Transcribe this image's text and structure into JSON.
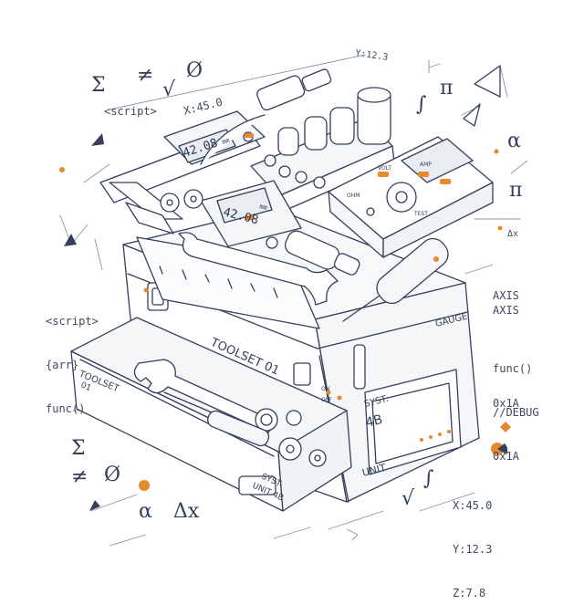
{
  "math_symbols": {
    "sigma_top": "Σ",
    "not_equal_top": "≠",
    "empty_set_top": "Ø",
    "sqrt_top": "√",
    "integral_top": "∫",
    "pi_top": "π",
    "alpha_right": "α",
    "pi_right": "π",
    "delta_x_small": "Δx",
    "sigma_bottom": "Σ",
    "not_equal_bottom": "≠",
    "empty_set_bottom": "Ø",
    "alpha_bottom": "α",
    "delta_x_bottom": "Δx",
    "sqrt_bottom": "√",
    "integral_bottom": "∫"
  },
  "code_labels": {
    "script_top": "<script>",
    "coord_x_top": "X:45.0",
    "coord_y_top": "Y:12.3",
    "left_block": [
      "<script>",
      "{arr}",
      "func()"
    ],
    "axis_1": "AXIS",
    "axis_2": "AXIS",
    "right_block": [
      "func()",
      "//DEBUG",
      "0x1A"
    ],
    "hex_right": "0x1A",
    "coords_bottom": [
      "X:45.0",
      "Y:12.3",
      "Z:7.8"
    ]
  },
  "toolbox": {
    "drawer_label": "TOOLSET 01",
    "drawer_side_label_1": "TOOLSET",
    "drawer_side_label_2": "01",
    "drawer_front_label_1": "SYST",
    "drawer_front_label_2": "UNIT 4B",
    "panel_label_1": "SYST.",
    "panel_label_2": "4B",
    "panel_label_unit": "UNIT",
    "gauge_label": "GAUGE",
    "switch_on": "ON",
    "switch_off": "OFF"
  },
  "caliper": {
    "readout": "42.08",
    "unit": "mm"
  },
  "micrometer": {
    "readout": "42.08",
    "unit": "mm"
  },
  "multimeter": {
    "knob_labels": [
      "VOLT",
      "AMP",
      "OHM",
      "TEST"
    ]
  },
  "colors": {
    "ink": "#34405a",
    "accent": "#e8892e",
    "lcd": "#e8edf2",
    "light_fill": "#f4f6f8"
  }
}
